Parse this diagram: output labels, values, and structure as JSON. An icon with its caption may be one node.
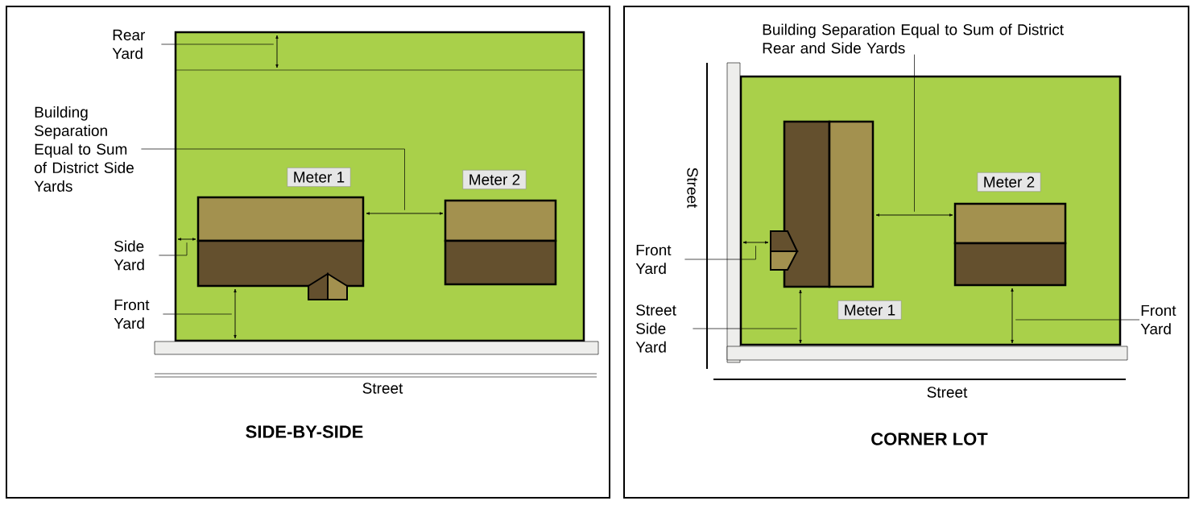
{
  "diagram": {
    "nodes": [
      {
        "text": [
          "Rear Yard"
        ]
      },
      {
        "text": [
          "Building Separation Equal to Sum of District Side Yards"
        ]
      },
      {
        "text": [
          "Meter 1"
        ]
      },
      {
        "text": [
          "Meter 2"
        ]
      },
      {
        "text": [
          "Side Yard"
        ]
      },
      {
        "text": [
          "Front Yard"
        ]
      },
      {
        "text": [
          "Building Separation Equal to Sum of District Rear and Side Yards"
        ]
      },
      {
        "text": [
          "Meter 2"
        ]
      },
      {
        "text": [
          "Front Yard"
        ]
      },
      {
        "text": [
          "Meter 1"
        ]
      },
      {
        "text": [
          "Street Side Yard"
        ]
      },
      {
        "text": [
          "Front Yard"
        ]
      },
      {
        "text": [],
        "shape": "line"
      },
      {
        "text": [],
        "shape": "line"
      },
      {
        "text": [],
        "shape": "line"
      },
      {
        "text": [],
        "shape": "line"
      },
      {
        "text": [],
        "shape": "line"
      },
      {
        "text": [],
        "shape": "line"
      },
      {
        "text": [],
        "shape": "line"
      },
      {
        "text": [],
        "shape": "line"
      }
    ],
    "edges": [
      {
        "from": 0,
        "to": 12,
        "arrow": "none"
      },
      {
        "from": 1,
        "to": 13,
        "arrow": "none"
      },
      {
        "from": 4,
        "to": 14,
        "arrow": "none"
      },
      {
        "from": 5,
        "to": 15,
        "arrow": "none"
      },
      {
        "from": 6,
        "to": 16,
        "arrow": "none"
      },
      {
        "from": 8,
        "to": 17,
        "arrow": "none"
      },
      {
        "from": 10,
        "to": 18,
        "arrow": "none"
      },
      {
        "from": 11,
        "to": 19,
        "arrow": "none"
      }
    ],
    "labels": [
      "Street",
      "SIDE-BY-SIDE",
      "Street",
      "Street",
      "CORNER LOT"
    ]
  }
}
